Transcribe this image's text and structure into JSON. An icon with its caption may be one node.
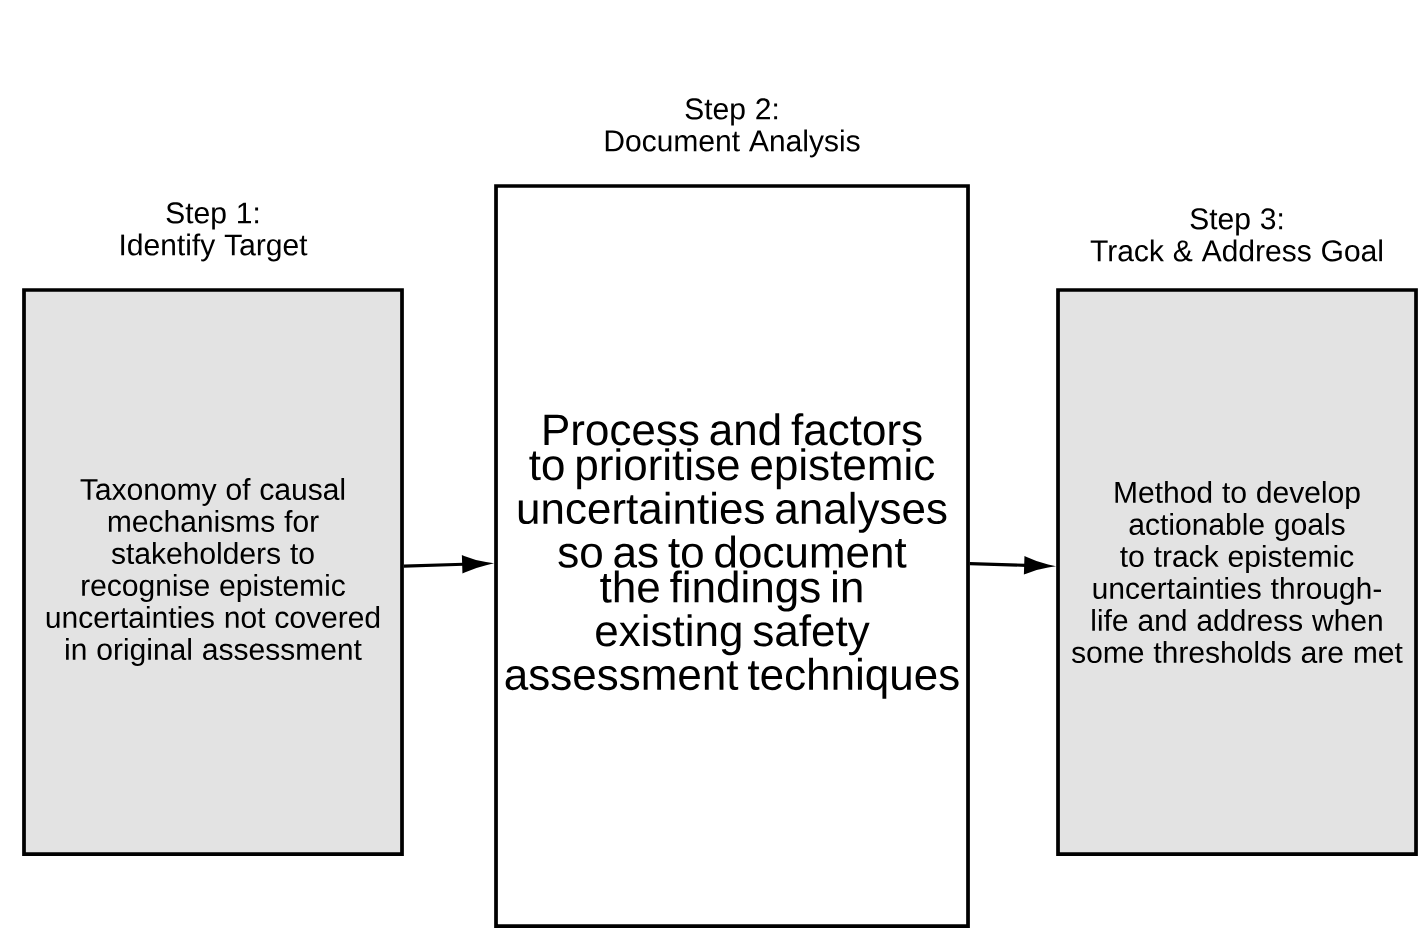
{
  "diagram": {
    "nodes": [
      {
        "text": [
          "Step 1:",
          "Identify Target",
          "Taxonomy of causal mechanisms for stakeholders to recognise epistemic uncertainties not covered in original assessment"
        ]
      },
      {
        "text": [
          "Step 2:",
          "Document Analysis",
          "Process and factors to prioritise epistemic uncertainties analyses so as to document the findings in existing safety assessment techniques"
        ]
      },
      {
        "text": [
          "Step 3:",
          "Track & Address Goal",
          "Method to develop actionable goals to track epistemic uncertainties through-life and address when some thresholds are met"
        ]
      }
    ],
    "edges": [
      {
        "from": 0,
        "to": 1,
        "arrow": "to"
      },
      {
        "from": 1,
        "to": 2,
        "arrow": "to"
      }
    ]
  }
}
